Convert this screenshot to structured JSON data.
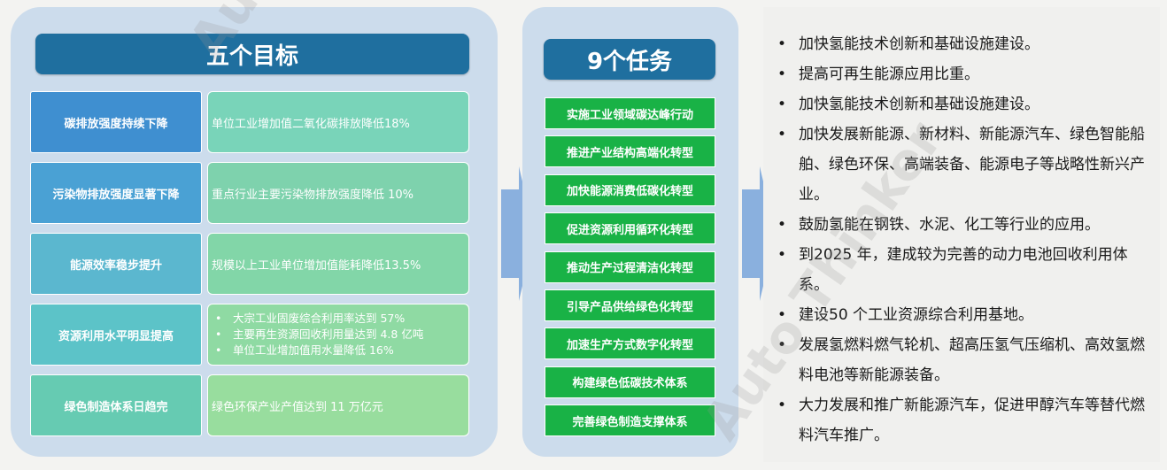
{
  "left_title": "五个目标",
  "goals": [
    {
      "name": "碳排放强度持续下降",
      "desc": "单位工业增加值二氧化碳排放降低18%",
      "name_color": "#3f8fd0",
      "desc_color": "#79d4b9"
    },
    {
      "name": "污染物排放强度显著下降",
      "desc": "重点行业主要污染物排放强度降低 10%",
      "name_color": "#4aa1d4",
      "desc_color": "#7ed2ad"
    },
    {
      "name": "能源效率稳步提升",
      "desc": "规模以上工业单位增加值能耗降低13.5%",
      "name_color": "#5bb7cf",
      "desc_color": "#82d6a8"
    },
    {
      "name": "资源利用水平明显提高",
      "items": [
        "大宗工业固废综合利用率达到 57%",
        "主要再生资源回收利用量达到 4.8 亿吨",
        "单位工业增加值用水量降低 16%"
      ],
      "name_color": "#5cc3c8",
      "desc_color": "#8fdaa3"
    },
    {
      "name": "绿色制造体系日趋完",
      "desc": "绿色环保产业产值达到 11 万亿元",
      "name_color": "#66cbb2",
      "desc_color": "#98dd9e"
    }
  ],
  "mid_title": "9个任务",
  "tasks": [
    "实施工业领域碳达峰行动",
    "推进产业结构高端化转型",
    "加快能源消费低碳化转型",
    "促进资源利用循环化转型",
    "推动生产过程清洁化转型",
    "引导产品供给绿色化转型",
    "加速生产方式数字化转型",
    "构建绿色低碳技术体系",
    "完善绿色制造支撑体系"
  ],
  "bullets": [
    "加快氢能技术创新和基础设施建设。",
    "提高可再生能源应用比重。",
    "加快氢能技术创新和基础设施建设。",
    "加快发展新能源、新材料、新能源汽车、绿色智能船舶、绿色环保、高端装备、能源电子等战略性新兴产业。",
    "鼓励氢能在钢铁、水泥、化工等行业的应用。",
    "到2025 年，建成较为完善的动力电池回收利用体系。",
    "建设50 个工业资源综合利用基地。",
    "发展氢燃料燃气轮机、超高压氢气压缩机、高效氢燃料电池等新能源装备。",
    "大力发展和推广新能源汽车，促进甲醇汽车等替代燃料汽车推广。"
  ],
  "watermark": "Auto Thinker 汽车智库"
}
